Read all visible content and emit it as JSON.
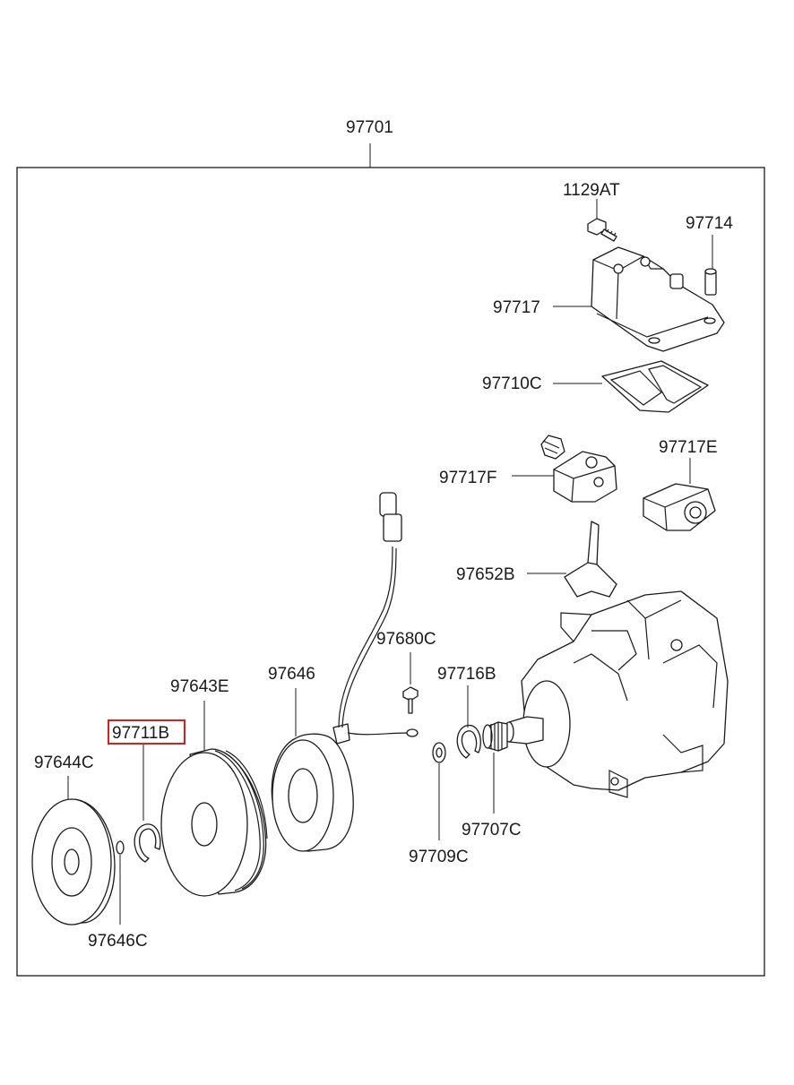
{
  "diagram": {
    "assembly_label": "97701",
    "parts": {
      "p1129AT": "1129AT",
      "p97714": "97714",
      "p97717": "97717",
      "p97710C": "97710C",
      "p97717E": "97717E",
      "p97717F": "97717F",
      "p97652B": "97652B",
      "p97680C": "97680C",
      "p97716B": "97716B",
      "p97646": "97646",
      "p97643E": "97643E",
      "p97711B": "97711B",
      "p97644C": "97644C",
      "p97646C": "97646C",
      "p97707C": "97707C",
      "p97709C": "97709C"
    },
    "highlighted_part": "97711B",
    "highlight_color": "#d42020"
  }
}
